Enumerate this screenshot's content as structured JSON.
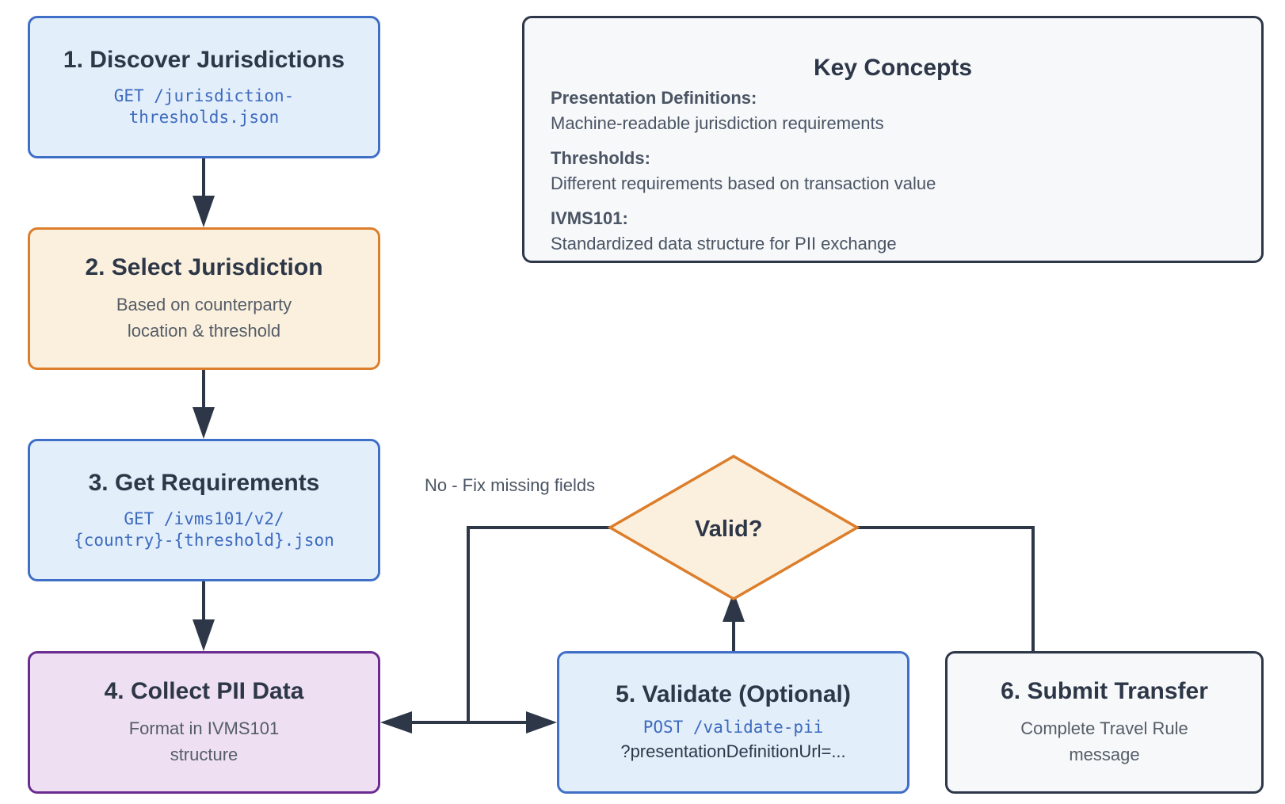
{
  "steps": [
    {
      "title": "1. Discover Jurisdictions",
      "code": [
        "GET /jurisdiction-",
        "thresholds.json"
      ]
    },
    {
      "title": "2. Select Jurisdiction",
      "desc": [
        "Based on counterparty",
        "location & threshold"
      ]
    },
    {
      "title": "3. Get Requirements",
      "code": [
        "GET /ivms101/v2/",
        "{country}-{threshold}.json"
      ]
    },
    {
      "title": "4. Collect PII Data",
      "desc": [
        "Format in IVMS101",
        "structure"
      ]
    },
    {
      "title": "5. Validate (Optional)",
      "code": [
        "POST /validate-pii"
      ],
      "desc": [
        "?presentationDefinitionUrl=..."
      ]
    },
    {
      "title": "6. Submit Transfer",
      "desc": [
        "Complete Travel Rule",
        "message"
      ]
    }
  ],
  "decision": {
    "label": "Valid?",
    "no_branch_label": "No - Fix missing fields"
  },
  "key_concepts": {
    "title": "Key Concepts",
    "items": [
      {
        "term": "Presentation Definitions:",
        "description": "Machine-readable jurisdiction requirements"
      },
      {
        "term": "Thresholds:",
        "description": "Different requirements based on transaction value"
      },
      {
        "term": "IVMS101:",
        "description": "Standardized data structure for PII exchange"
      }
    ]
  },
  "colors": {
    "blue_fill": "#e3eefb",
    "blue_stroke": "#3f6fc6",
    "orange_fill": "#fbf0dd",
    "orange_stroke": "#dc7e2b",
    "purple_fill": "#eee0f2",
    "purple_stroke": "#6a2c91",
    "gray_fill": "#f6f8fa",
    "dark_stroke": "#2d3748"
  }
}
